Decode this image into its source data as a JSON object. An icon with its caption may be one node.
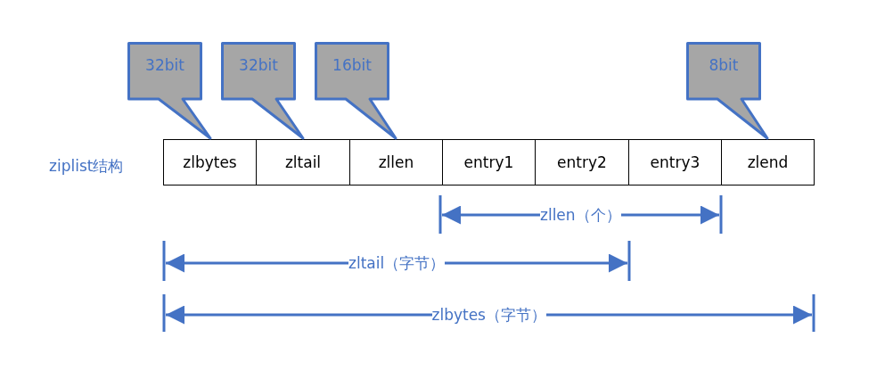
{
  "diagram": {
    "nodes": [
      {
        "text": [
          "zlbytes"
        ]
      },
      {
        "text": [
          "zltail"
        ]
      },
      {
        "text": [
          "zllen"
        ]
      },
      {
        "text": [
          "entry1"
        ]
      },
      {
        "text": [
          "entry2"
        ]
      },
      {
        "text": [
          "entry3"
        ]
      },
      {
        "text": [
          "zlend"
        ]
      },
      {
        "text": [
          "32bit"
        ]
      },
      {
        "text": [
          "32bit"
        ]
      },
      {
        "text": [
          "16bit"
        ]
      },
      {
        "text": [
          "8bit"
        ]
      }
    ],
    "labels": [
      "ziplist结构",
      "zllen（个）",
      "zltail（字节）",
      "zlbytes（字节）"
    ]
  }
}
